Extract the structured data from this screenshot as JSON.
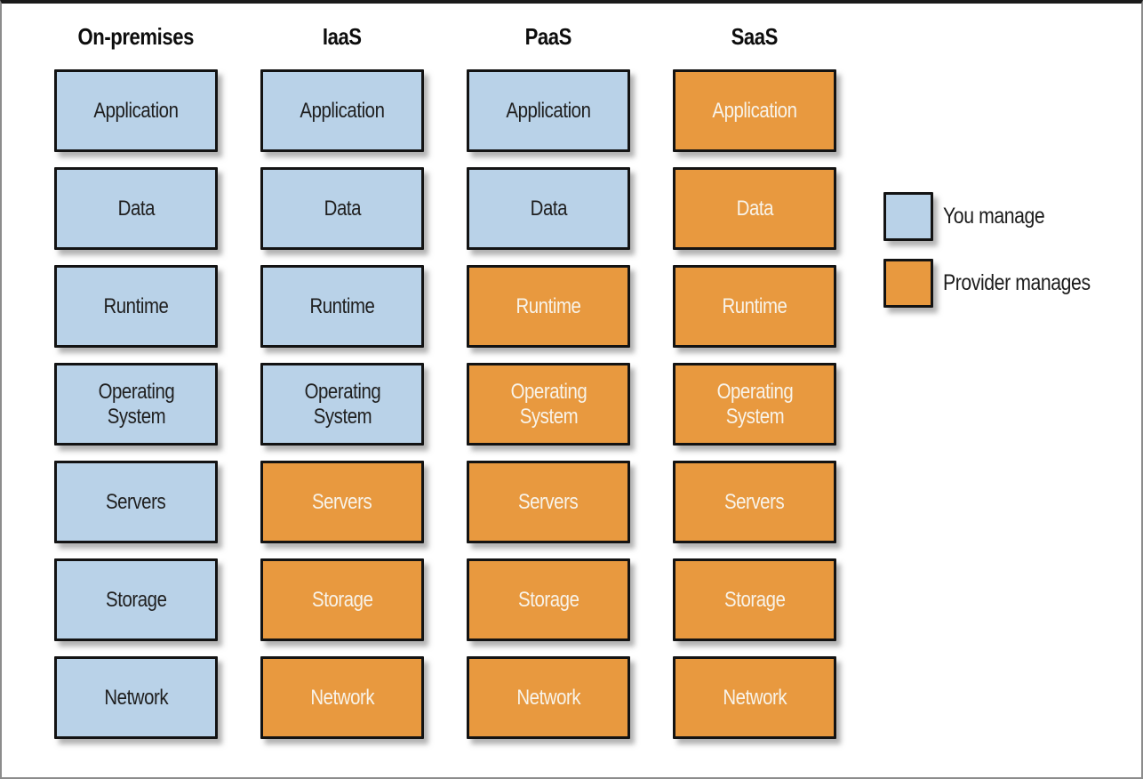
{
  "colors": {
    "you_manage_fill": "#b9d2e8",
    "provider_manages_fill": "#e8993f",
    "you_manage_text": "#1f1f1f",
    "provider_manages_text": "#f8f3e9",
    "box_border": "#131313"
  },
  "columns": [
    {
      "label": "On-premises",
      "cells": [
        {
          "label": "Application",
          "managed_by": "you"
        },
        {
          "label": "Data",
          "managed_by": "you"
        },
        {
          "label": "Runtime",
          "managed_by": "you"
        },
        {
          "label": "Operating\nSystem",
          "managed_by": "you"
        },
        {
          "label": "Servers",
          "managed_by": "you"
        },
        {
          "label": "Storage",
          "managed_by": "you"
        },
        {
          "label": "Network",
          "managed_by": "you"
        }
      ]
    },
    {
      "label": "IaaS",
      "cells": [
        {
          "label": "Application",
          "managed_by": "you"
        },
        {
          "label": "Data",
          "managed_by": "you"
        },
        {
          "label": "Runtime",
          "managed_by": "you"
        },
        {
          "label": "Operating\nSystem",
          "managed_by": "you"
        },
        {
          "label": "Servers",
          "managed_by": "provider"
        },
        {
          "label": "Storage",
          "managed_by": "provider"
        },
        {
          "label": "Network",
          "managed_by": "provider"
        }
      ]
    },
    {
      "label": "PaaS",
      "cells": [
        {
          "label": "Application",
          "managed_by": "you"
        },
        {
          "label": "Data",
          "managed_by": "you"
        },
        {
          "label": "Runtime",
          "managed_by": "provider"
        },
        {
          "label": "Operating\nSystem",
          "managed_by": "provider"
        },
        {
          "label": "Servers",
          "managed_by": "provider"
        },
        {
          "label": "Storage",
          "managed_by": "provider"
        },
        {
          "label": "Network",
          "managed_by": "provider"
        }
      ]
    },
    {
      "label": "SaaS",
      "cells": [
        {
          "label": "Application",
          "managed_by": "provider"
        },
        {
          "label": "Data",
          "managed_by": "provider"
        },
        {
          "label": "Runtime",
          "managed_by": "provider"
        },
        {
          "label": "Operating\nSystem",
          "managed_by": "provider"
        },
        {
          "label": "Servers",
          "managed_by": "provider"
        },
        {
          "label": "Storage",
          "managed_by": "provider"
        },
        {
          "label": "Network",
          "managed_by": "provider"
        }
      ]
    }
  ],
  "legend": [
    {
      "label": "You manage",
      "key": "you"
    },
    {
      "label": "Provider manages",
      "key": "provider"
    }
  ]
}
